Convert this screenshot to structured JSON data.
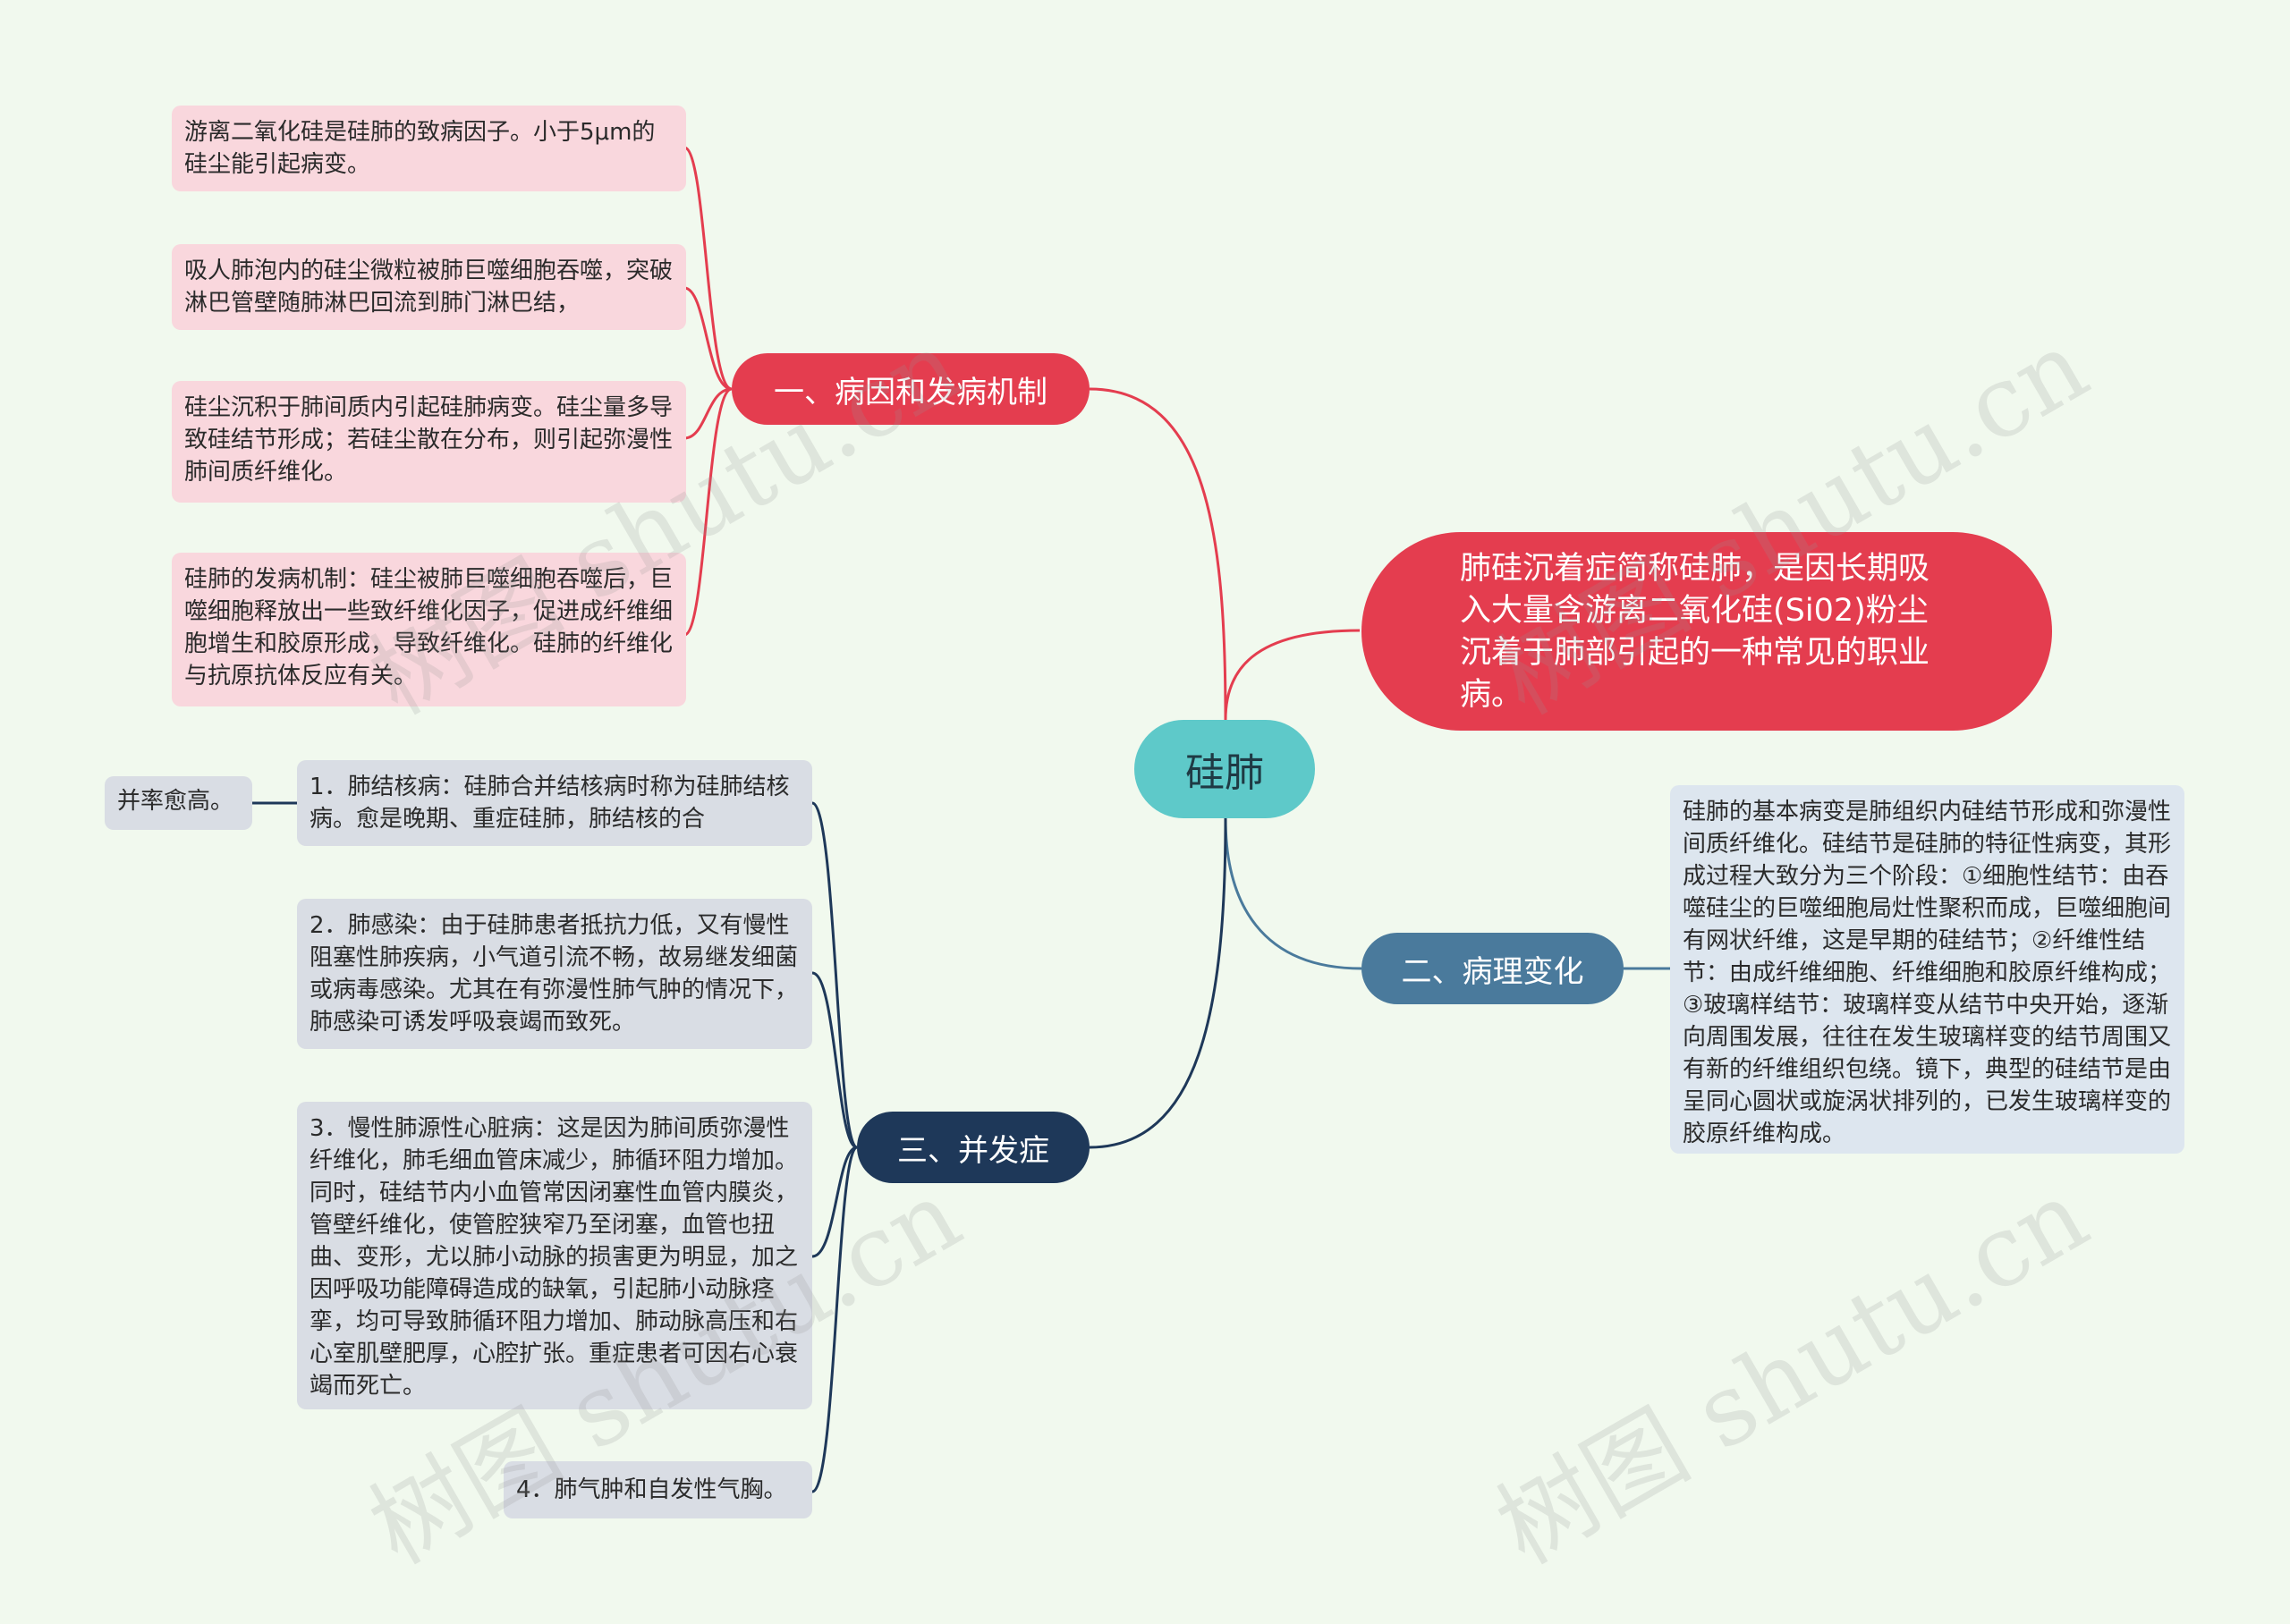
{
  "center": {
    "label": "硅肺"
  },
  "summary": {
    "text": "肺硅沉着症简称硅肺，是因长期吸入大量含游离二氧化硅(Si02)粉尘沉着于肺部引起的一种常见的职业病。"
  },
  "branches": {
    "cause": {
      "label": "一、病因和发病机制",
      "items": [
        "游离二氧化硅是硅肺的致病因子。小于5μm的硅尘能引起病变。",
        "吸人肺泡内的硅尘微粒被肺巨噬细胞吞噬，突破淋巴管壁随肺淋巴回流到肺门淋巴结，",
        "硅尘沉积于肺间质内引起硅肺病变。硅尘量多导致硅结节形成；若硅尘散在分布，则引起弥漫性肺间质纤维化。",
        "硅肺的发病机制：硅尘被肺巨噬细胞吞噬后，巨噬细胞释放出一些致纤维化因子，促进成纤维细胞增生和胶原形成，导致纤维化。硅肺的纤维化与抗原抗体反应有关。"
      ]
    },
    "pathology": {
      "label": "二、病理变化",
      "text": "硅肺的基本病变是肺组织内硅结节形成和弥漫性间质纤维化。硅结节是硅肺的特征性病变，其形成过程大致分为三个阶段：①细胞性结节：由吞噬硅尘的巨噬细胞局灶性聚积而成，巨噬细胞间有网状纤维，这是早期的硅结节；②纤维性结节：由成纤维细胞、纤维细胞和胶原纤维构成；③玻璃样结节：玻璃样变从结节中央开始，逐渐向周围发展，往往在发生玻璃样变的结节周围又有新的纤维组织包绕。镜下，典型的硅结节是由呈同心圆状或旋涡状排列的，已发生玻璃样变的胶原纤维构成。"
    },
    "complication": {
      "label": "三、并发症",
      "items": [
        "1．肺结核病：硅肺合并结核病时称为硅肺结核病。愈是晚期、重症硅肺，肺结核的合",
        "2．肺感染：由于硅肺患者抵抗力低，又有慢性阻塞性肺疾病，小气道引流不畅，故易继发细菌或病毒感染。尤其在有弥漫性肺气肿的情况下，肺感染可诱发呼吸衰竭而致死。",
        "3．慢性肺源性心脏病：这是因为肺间质弥漫性纤维化，肺毛细血管床减少，肺循环阻力增加。同时，硅结节内小血管常因闭塞性血管内膜炎，管壁纤维化，使管腔狭窄乃至闭塞，血管也扭曲、变形，尤以肺小动脉的损害更为明显，加之因呼吸功能障碍造成的缺氧，引起肺小动脉痉挛，均可导致肺循环阻力增加、肺动脉高压和右心室肌壁肥厚，心腔扩张。重症患者可因右心衰竭而死亡。",
        "4．肺气肿和自发性气胸。"
      ],
      "sub_item": "并率愈高。"
    }
  },
  "watermark": "树图 shutu.cn",
  "colors": {
    "background": "#f1f9ee",
    "center": "#5ec9c9",
    "red": "#e43d4f",
    "steel": "#4a7a9c",
    "navy": "#1e3859",
    "pink_box": "#f9d7dd",
    "grey_box": "#d9dde4",
    "blue_box": "#dde6ef"
  }
}
